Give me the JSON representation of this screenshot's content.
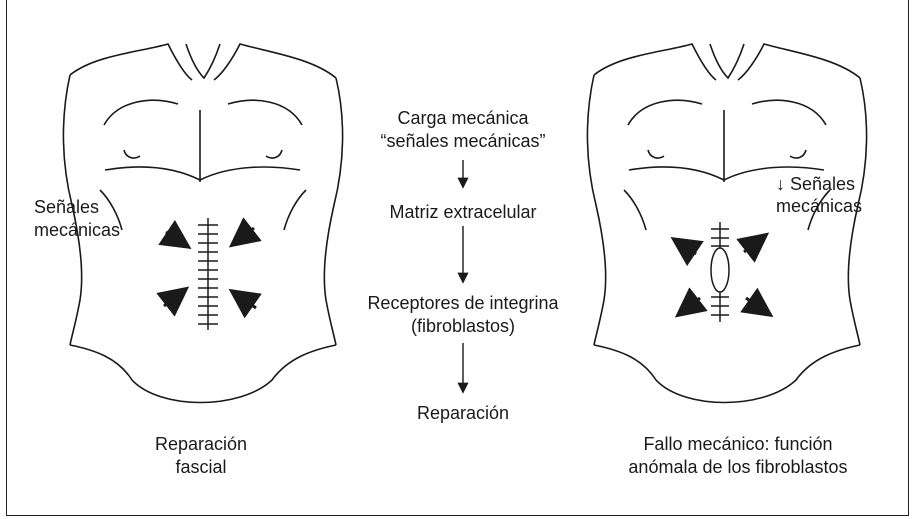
{
  "left_figure": {
    "signals_line1": "Señales",
    "signals_line2": "mecánicas",
    "caption_line1": "Reparación",
    "caption_line2": "fascial"
  },
  "flow": {
    "step1_line1": "Carga mecánica",
    "step1_line2": "“señales mecánicas”",
    "step2": "Matriz extracelular",
    "step3_line1": "Receptores de integrina",
    "step3_line2": "(fibroblastos)",
    "step4": "Reparación"
  },
  "right_figure": {
    "signals_line1": "↓ Señales",
    "signals_line2": "mecánicas",
    "caption_line1": "Fallo mecánico: función",
    "caption_line2": "anómala de los fibroblastos"
  }
}
